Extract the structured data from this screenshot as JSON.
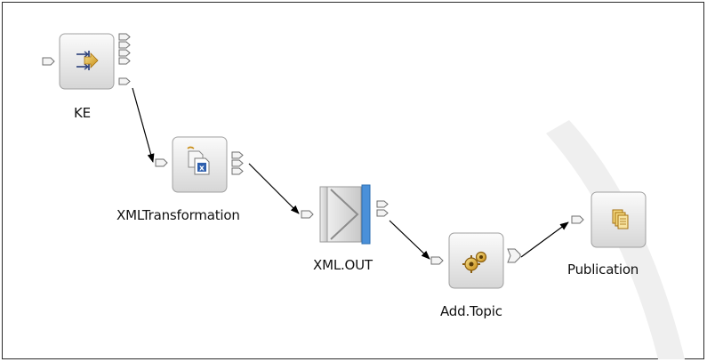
{
  "diagram": {
    "nodes": [
      {
        "id": "ke",
        "label": "KE",
        "icon": "route-arrows-icon"
      },
      {
        "id": "xmltransformation",
        "label": "XMLTransformation",
        "icon": "xml-transform-document-icon"
      },
      {
        "id": "xml_out",
        "label": "XML.OUT",
        "icon": "output-queue-icon"
      },
      {
        "id": "add_topic",
        "label": "Add.Topic",
        "icon": "gears-icon"
      },
      {
        "id": "publication",
        "label": "Publication",
        "icon": "stacked-pages-icon"
      }
    ],
    "connections": [
      {
        "from": "ke",
        "to": "xmltransformation"
      },
      {
        "from": "xmltransformation",
        "to": "xml_out"
      },
      {
        "from": "xml_out",
        "to": "add_topic"
      },
      {
        "from": "add_topic",
        "to": "publication"
      }
    ],
    "colors": {
      "node_fill_top": "#fbfbfb",
      "node_fill_bottom": "#d9d9d9",
      "node_border": "#a0a0a0",
      "terminal_fill": "#f4f4f4",
      "terminal_border": "#6f6f6f",
      "connection": "#000000",
      "queue_bar": "#4a90d9",
      "watermark": "#ececec"
    }
  }
}
